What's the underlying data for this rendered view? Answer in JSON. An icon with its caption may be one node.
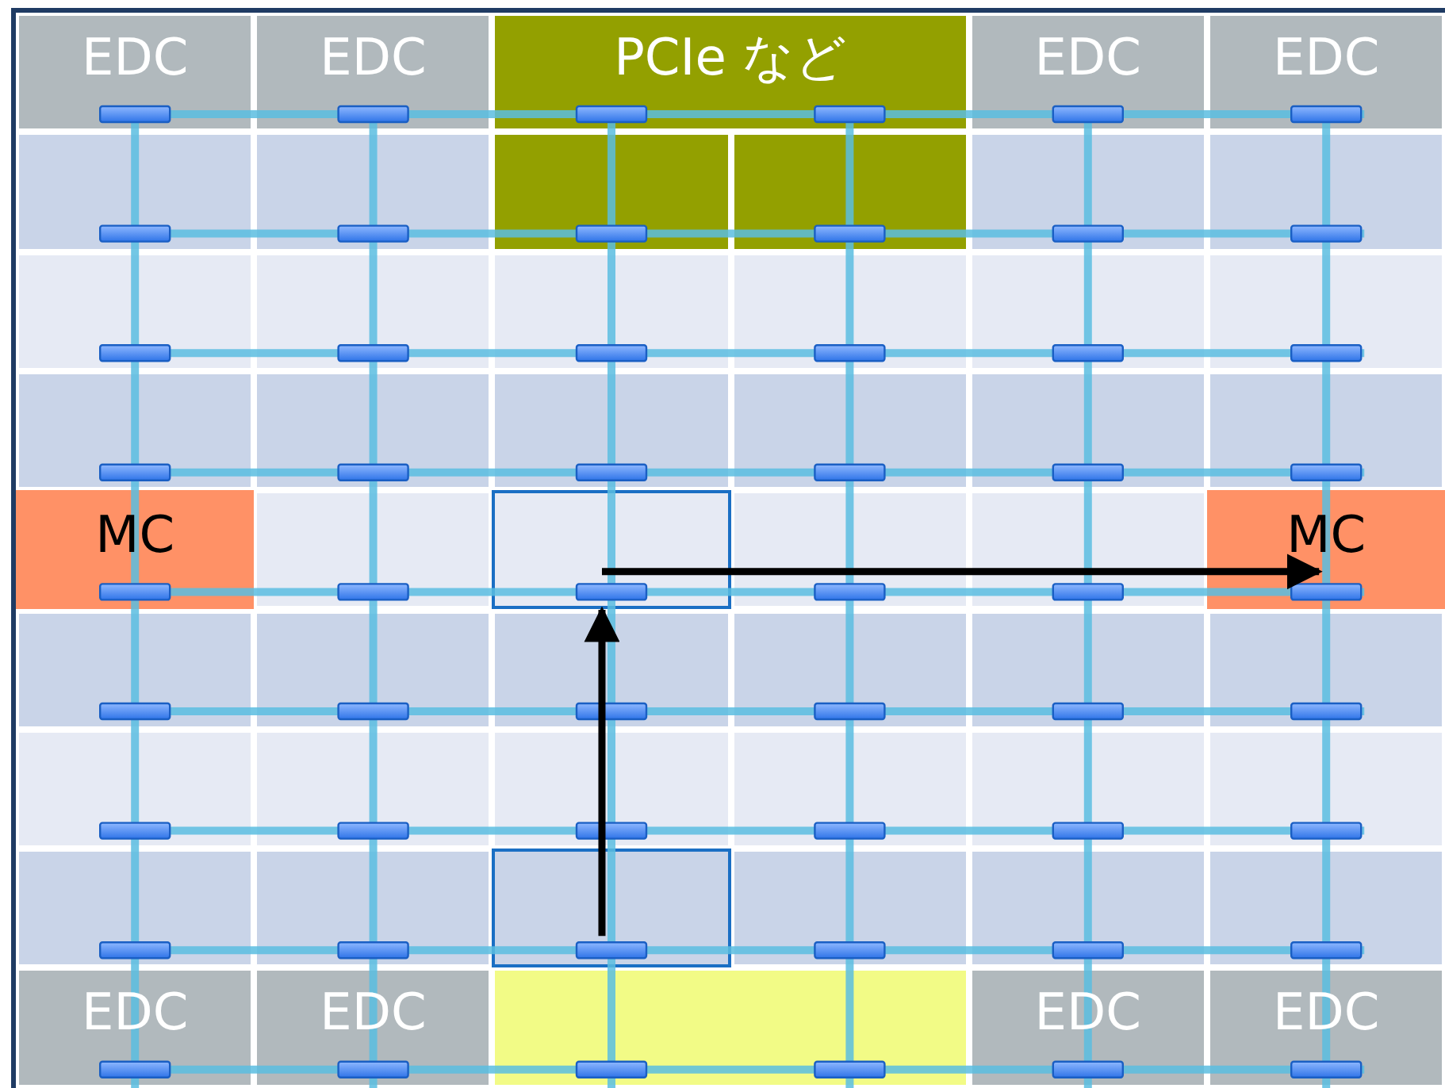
{
  "diagram": {
    "nodes": [
      {
        "text": [
          "EDC"
        ]
      },
      {
        "text": [
          "EDC"
        ]
      },
      {
        "text": [
          "PCIe など"
        ]
      },
      {
        "text": [
          "EDC"
        ]
      },
      {
        "text": [
          "EDC"
        ]
      },
      {
        "text": [],
        "shape": "box"
      },
      {
        "text": [],
        "shape": "box"
      },
      {
        "text": [
          "MC"
        ]
      },
      {
        "text": [],
        "shape": "box"
      },
      {
        "text": [
          "MC"
        ]
      },
      {
        "text": [],
        "shape": "box"
      },
      {
        "text": [
          "EDC"
        ]
      },
      {
        "text": [
          "EDC"
        ]
      },
      {
        "text": [],
        "shape": "box"
      },
      {
        "text": [
          "EDC"
        ]
      },
      {
        "text": [
          "EDC"
        ]
      }
    ],
    "edges": [
      {
        "from": 10,
        "to": 8,
        "arrow": "to"
      },
      {
        "from": 8,
        "to": 9,
        "arrow": "to"
      }
    ]
  }
}
